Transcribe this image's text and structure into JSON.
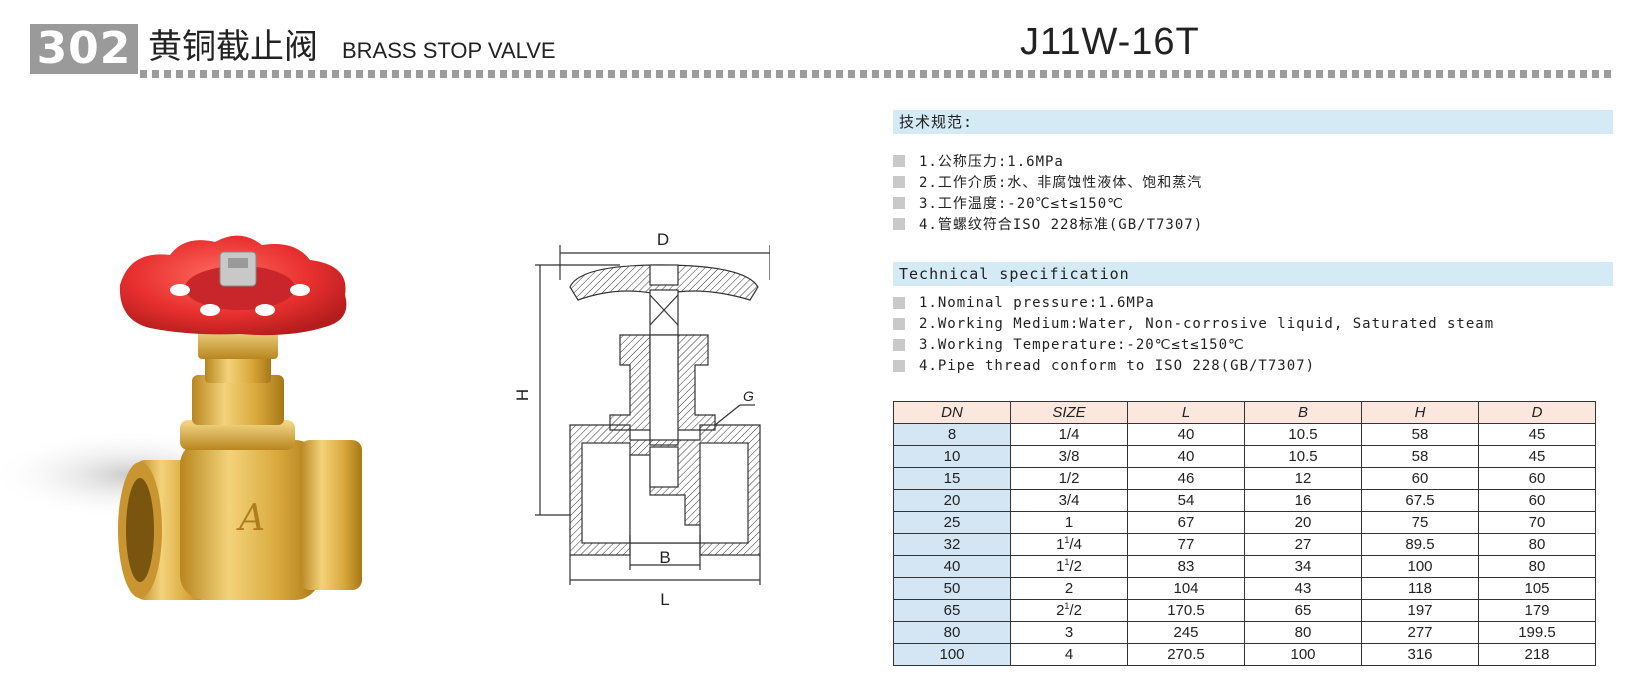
{
  "header": {
    "number": "302",
    "title_cn": "黄铜截止阀",
    "title_en": "BRASS STOP VALVE",
    "model": "J11W-16T"
  },
  "colors": {
    "gray_box": "#9a9a9a",
    "spec_bar": "#d4eaf5",
    "table_header": "#fbe7dd",
    "table_dn_col": "#d4e6f4",
    "handwheel": "#e8302f",
    "brass": "#d9a93d"
  },
  "drawing_labels": {
    "D": "D",
    "H": "H",
    "G": "G",
    "B": "B",
    "L": "L"
  },
  "spec_cn": {
    "title": "技术规范:",
    "items": [
      "1.公称压力:1.6MPa",
      "2.工作介质:水、非腐蚀性液体、饱和蒸汽",
      "3.工作温度:-20℃≤t≤150℃",
      "4.管螺纹符合ISO 228标准(GB/T7307)"
    ]
  },
  "spec_en": {
    "title": "Technical specification",
    "items": [
      "1.Nominal pressure:1.6MPa",
      "2.Working Medium:Water, Non-corrosive liquid, Saturated steam",
      "3.Working Temperature:-20℃≤t≤150℃",
      "4.Pipe thread conform to ISO 228(GB/T7307)"
    ]
  },
  "table": {
    "headers": [
      "DN",
      "SIZE",
      "L",
      "B",
      "H",
      "D"
    ],
    "rows": [
      {
        "dn": "8",
        "size_whole": "",
        "size_frac": "1/4",
        "L": "40",
        "B": "10.5",
        "H": "58",
        "D": "45"
      },
      {
        "dn": "10",
        "size_whole": "",
        "size_frac": "3/8",
        "L": "40",
        "B": "10.5",
        "H": "58",
        "D": "45"
      },
      {
        "dn": "15",
        "size_whole": "",
        "size_frac": "1/2",
        "L": "46",
        "B": "12",
        "H": "60",
        "D": "60"
      },
      {
        "dn": "20",
        "size_whole": "",
        "size_frac": "3/4",
        "L": "54",
        "B": "16",
        "H": "67.5",
        "D": "60"
      },
      {
        "dn": "25",
        "size_whole": "1",
        "size_frac": "",
        "L": "67",
        "B": "20",
        "H": "75",
        "D": "70"
      },
      {
        "dn": "32",
        "size_whole": "1",
        "size_frac": "1/4",
        "L": "77",
        "B": "27",
        "H": "89.5",
        "D": "80"
      },
      {
        "dn": "40",
        "size_whole": "1",
        "size_frac": "1/2",
        "L": "83",
        "B": "34",
        "H": "100",
        "D": "80"
      },
      {
        "dn": "50",
        "size_whole": "2",
        "size_frac": "",
        "L": "104",
        "B": "43",
        "H": "118",
        "D": "105"
      },
      {
        "dn": "65",
        "size_whole": "2",
        "size_frac": "1/2",
        "L": "170.5",
        "B": "65",
        "H": "197",
        "D": "179"
      },
      {
        "dn": "80",
        "size_whole": "3",
        "size_frac": "",
        "L": "245",
        "B": "80",
        "H": "277",
        "D": "199.5"
      },
      {
        "dn": "100",
        "size_whole": "4",
        "size_frac": "",
        "L": "270.5",
        "B": "100",
        "H": "316",
        "D": "218"
      }
    ]
  }
}
